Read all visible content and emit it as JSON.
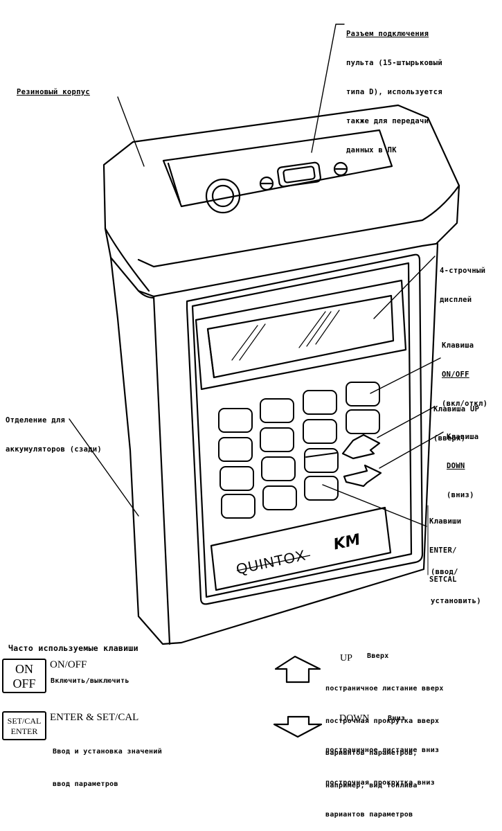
{
  "callouts": {
    "connector": [
      "Разъем подключения",
      "пульта (15-штырьковый",
      "типа D), используется",
      "также для передачи",
      "данных в ПК"
    ],
    "rubber_case": "Резиновый корпус",
    "display": [
      "4-строчный",
      "дисплей"
    ],
    "onoff_key": [
      "Клавиша",
      "ON/OFF",
      "(вкл/откл)"
    ],
    "up_key": [
      "Клавиша UP",
      "(вверх)"
    ],
    "down_key": [
      "Клавиша",
      "DOWN",
      "(вниз)"
    ],
    "enter_key": [
      "Клавиши",
      "ENTER/",
      "SETCAL"
    ],
    "enter_desc": [
      "(ввод/",
      "установить)"
    ],
    "battery": [
      "Отделение для",
      "аккумуляторов (сзади)"
    ]
  },
  "device": {
    "brand": "QUINTOX",
    "logo": "KM"
  },
  "legend": {
    "title": "Часто используемые клавиши",
    "onoff": {
      "key_top": "ON",
      "key_bottom": "OFF",
      "name": "ON/OFF",
      "desc": "Включить/выключить"
    },
    "enter": {
      "key_top": "SET/CAL",
      "key_bottom": "ENTER",
      "name": "ENTER & SET/CAL",
      "desc": [
        "Ввод и установка значений",
        "ввод параметров"
      ]
    },
    "up": {
      "name": "UP",
      "short": "Вверх",
      "desc": [
        "постраничное листание вверх",
        "построчная прокрутка вверх",
        "вариантов параметров,",
        "например, вид топлива"
      ]
    },
    "down": {
      "name": "DOWN",
      "short": "Вниз",
      "desc": [
        "постраничное листание вниз",
        "построчная прокрутка вниз",
        "вариантов параметров"
      ]
    }
  }
}
